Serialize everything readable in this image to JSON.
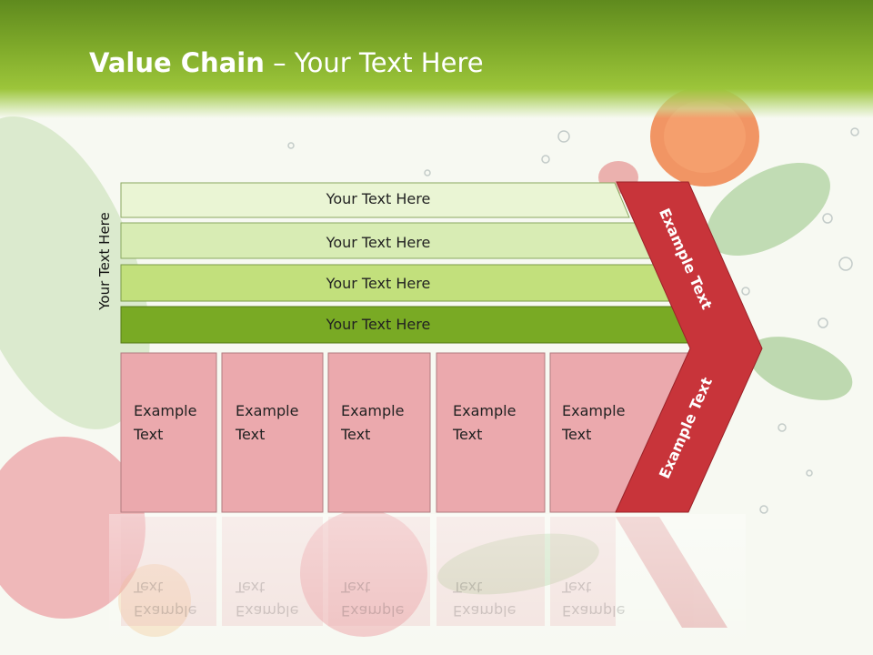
{
  "slide": {
    "title_bold": "Value Chain",
    "title_rest": " – Your Text Here"
  },
  "diagram": {
    "side_label": "Your Text Here",
    "bars": [
      {
        "label": "Your Text Here",
        "color": "#eaf5d4"
      },
      {
        "label": "Your Text Here",
        "color": "#d8ecb4"
      },
      {
        "label": "Your Text Here",
        "color": "#c2e07c"
      },
      {
        "label": "Your Text Here",
        "color": "#79aa24"
      }
    ],
    "boxes": [
      {
        "line1": "Example",
        "line2": "Text"
      },
      {
        "line1": "Example",
        "line2": "Text"
      },
      {
        "line1": "Example",
        "line2": "Text"
      },
      {
        "line1": "Example",
        "line2": "Text"
      },
      {
        "line1": "Example",
        "line2": "Text"
      }
    ],
    "box_color": "#eba9ad",
    "chevron_color": "#c8343a",
    "chevron_upper": "Example Text",
    "chevron_lower": "Example Text"
  }
}
